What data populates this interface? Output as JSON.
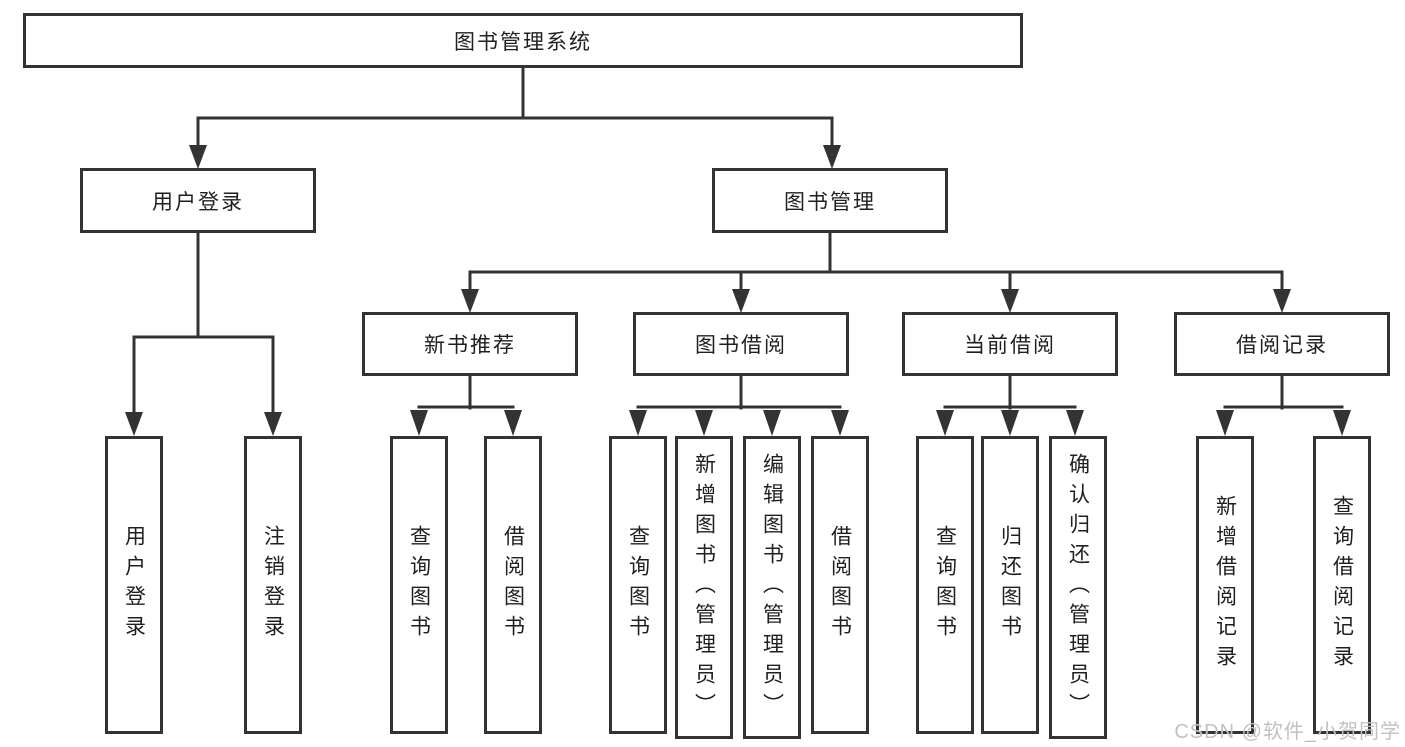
{
  "root": {
    "label": "图书管理系统"
  },
  "user_branch": {
    "label": "用户登录",
    "children": [
      {
        "label": "用户登录"
      },
      {
        "label": "注销登录"
      }
    ]
  },
  "book_branch": {
    "label": "图书管理",
    "groups": [
      {
        "label": "新书推荐",
        "children": [
          {
            "label": "查询图书"
          },
          {
            "label": "借阅图书"
          }
        ]
      },
      {
        "label": "图书借阅",
        "children": [
          {
            "label": "查询图书"
          },
          {
            "label": "新增图书（管理员）"
          },
          {
            "label": "编辑图书（管理员）"
          },
          {
            "label": "借阅图书"
          }
        ]
      },
      {
        "label": "当前借阅",
        "children": [
          {
            "label": "查询图书"
          },
          {
            "label": "归还图书"
          },
          {
            "label": "确认归还（管理员）"
          }
        ]
      },
      {
        "label": "借阅记录",
        "children": [
          {
            "label": "新增借阅记录"
          },
          {
            "label": "查询借阅记录"
          }
        ]
      }
    ]
  },
  "watermark": {
    "text": "CSDN @软件_小贺同学"
  },
  "colors": {
    "line": "#333333",
    "text": "#1f1f1f",
    "watermark": "#c5c0c0",
    "background": "#ffffff"
  }
}
